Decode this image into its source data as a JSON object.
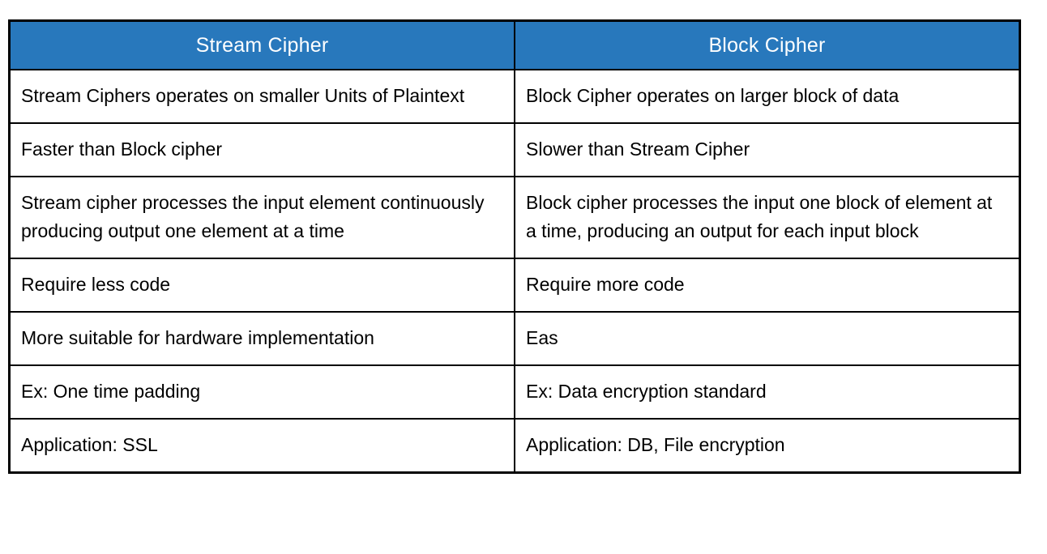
{
  "table": {
    "columns": [
      {
        "id": "stream",
        "label": "Stream Cipher"
      },
      {
        "id": "block",
        "label": "Block Cipher"
      }
    ],
    "rows": [
      {
        "stream": "Stream Ciphers operates on smaller Units of Plaintext",
        "block": "Block Cipher operates on larger block of data"
      },
      {
        "stream": "Faster than Block cipher",
        "block": "Slower than Stream Cipher"
      },
      {
        "stream": "Stream cipher processes the input element continuously producing output one element at a time",
        "block": "Block cipher processes the input one block of element at a time, producing an output for each input block"
      },
      {
        "stream": "Require less code",
        "block": "Require more code"
      },
      {
        "stream": "More suitable for hardware implementation",
        "block": "Eas"
      },
      {
        "stream": "Ex: One time padding",
        "block": "Ex: Data encryption standard"
      },
      {
        "stream": "Application: SSL",
        "block": "Application: DB, File encryption"
      }
    ],
    "colors": {
      "header_bg": "#2878BC",
      "header_text": "#ffffff",
      "body_text": "#000000",
      "border": "#000000",
      "page_bg": "#ffffff"
    }
  }
}
